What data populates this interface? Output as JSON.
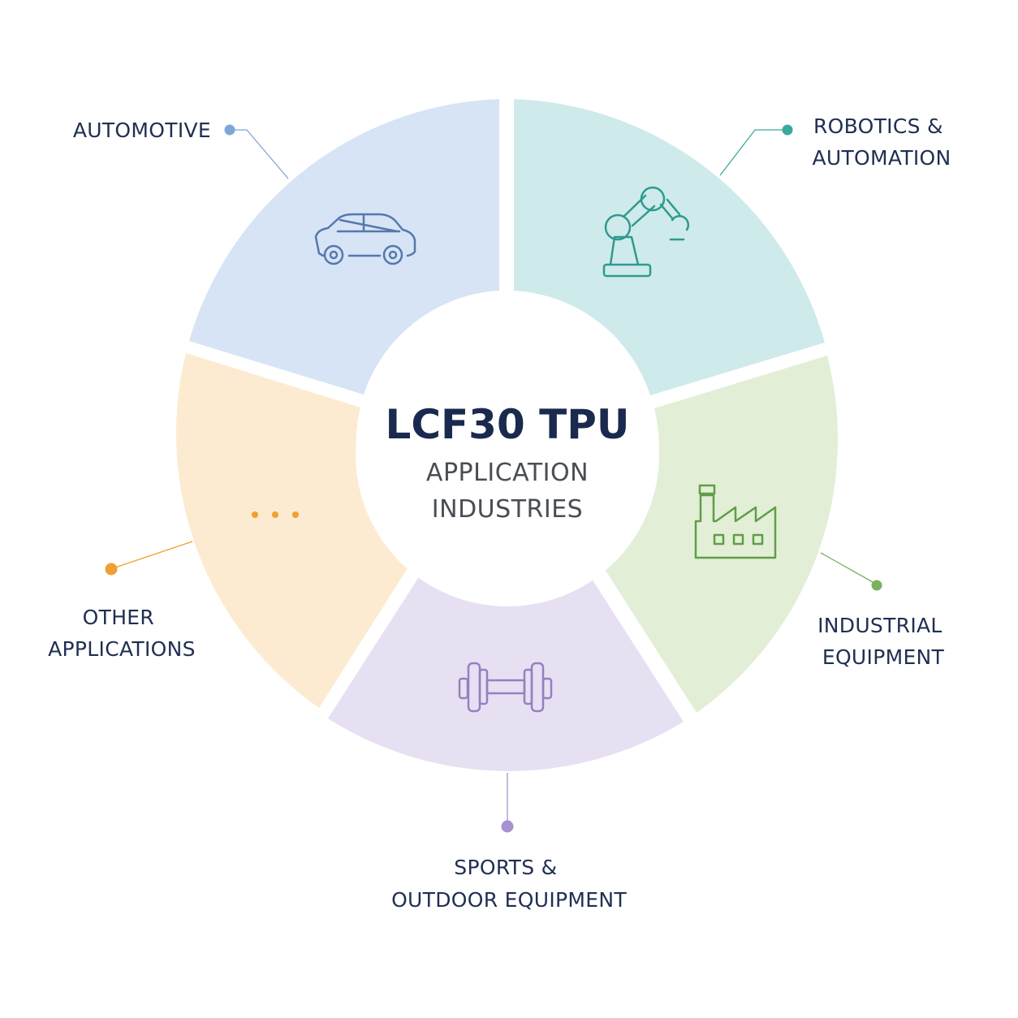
{
  "center": {
    "title": "LCF30 TPU",
    "subtitle_line1": "APPLICATION",
    "subtitle_line2": "INDUSTRIES"
  },
  "segments": [
    {
      "id": "automotive",
      "label_lines": [
        "AUTOMOTIVE"
      ],
      "icon": "car-icon",
      "fill": "#d6e4f5",
      "accent": "#7fa6d6",
      "icon_color": "#5578ad"
    },
    {
      "id": "robotics",
      "label_lines": [
        "ROBOTICS &",
        "AUTOMATION"
      ],
      "icon": "robot-arm-icon",
      "fill": "#cfeaea",
      "accent": "#3aaa9e",
      "icon_color": "#2e9a8e"
    },
    {
      "id": "industrial",
      "label_lines": [
        "INDUSTRIAL",
        "EQUIPMENT"
      ],
      "icon": "factory-icon",
      "fill": "#e2efd6",
      "accent": "#78b25a",
      "icon_color": "#5f9e48"
    },
    {
      "id": "sports",
      "label_lines": [
        "SPORTS &",
        "OUTDOOR EQUIPMENT"
      ],
      "icon": "dumbbell-icon",
      "fill": "#e6e0f2",
      "accent": "#a791cf",
      "icon_color": "#9580c0"
    },
    {
      "id": "other",
      "label_lines": [
        "OTHER",
        "APPLICATIONS"
      ],
      "icon": "ellipsis-icon",
      "fill": "#fcebd0",
      "accent": "#f0a030",
      "icon_color": "#f0a030"
    }
  ]
}
